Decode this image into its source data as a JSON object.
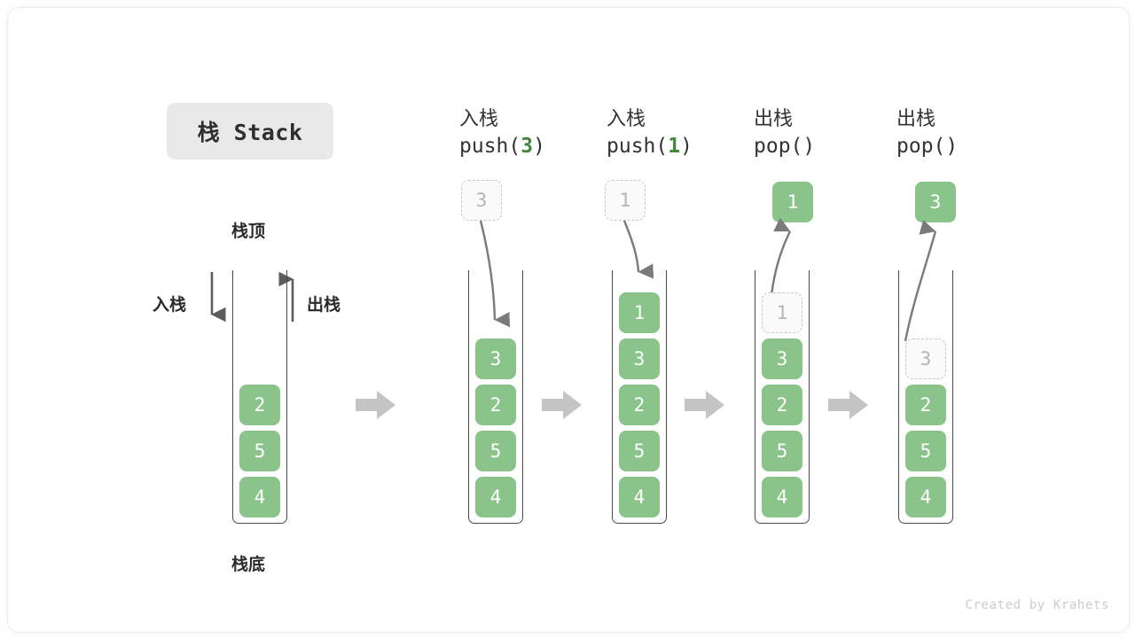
{
  "title": {
    "label": "栈 Stack"
  },
  "legend": {
    "top_label": "栈顶",
    "bottom_label": "栈底",
    "push_label": "入栈",
    "pop_label": "出栈"
  },
  "colors": {
    "element_fill": "#8bc48a",
    "element_text": "#ffffff",
    "ghost_fill": "#fafafa",
    "ghost_border": "#c9c9c9",
    "ghost_text": "#b4b4b4",
    "tube_stroke": "#4a4a4a",
    "flow_arrow": "#c4c4c4",
    "curve_arrow": "#7a7a7a",
    "title_chip_bg": "#e9e9e9",
    "code_accent": "#41883b"
  },
  "initial_stack": {
    "name": "initial",
    "elements": [
      "2",
      "5",
      "4"
    ]
  },
  "steps": [
    {
      "id": "push-3",
      "op_cjk": "入栈",
      "op_code_prefix": "push(",
      "op_code_arg": "3",
      "op_code_suffix": ")",
      "kind": "push",
      "floating_value": "3",
      "floating_style": "ghost",
      "stack": [
        "3",
        "2",
        "5",
        "4"
      ],
      "stack_styles": [
        "solid",
        "solid",
        "solid",
        "solid"
      ]
    },
    {
      "id": "push-1",
      "op_cjk": "入栈",
      "op_code_prefix": "push(",
      "op_code_arg": "1",
      "op_code_suffix": ")",
      "kind": "push",
      "floating_value": "1",
      "floating_style": "ghost",
      "stack": [
        "1",
        "3",
        "2",
        "5",
        "4"
      ],
      "stack_styles": [
        "solid",
        "solid",
        "solid",
        "solid",
        "solid"
      ]
    },
    {
      "id": "pop-1",
      "op_cjk": "出栈",
      "op_code_prefix": "pop(",
      "op_code_arg": "",
      "op_code_suffix": ")",
      "kind": "pop",
      "floating_value": "1",
      "floating_style": "solid",
      "stack": [
        "1",
        "3",
        "2",
        "5",
        "4"
      ],
      "stack_styles": [
        "ghost",
        "solid",
        "solid",
        "solid",
        "solid"
      ]
    },
    {
      "id": "pop-3",
      "op_cjk": "出栈",
      "op_code_prefix": "pop(",
      "op_code_arg": "",
      "op_code_suffix": ")",
      "kind": "pop",
      "floating_value": "3",
      "floating_style": "solid",
      "stack": [
        "3",
        "2",
        "5",
        "4"
      ],
      "stack_styles": [
        "ghost",
        "solid",
        "solid",
        "solid"
      ]
    }
  ],
  "credit": "Created by Krahets"
}
